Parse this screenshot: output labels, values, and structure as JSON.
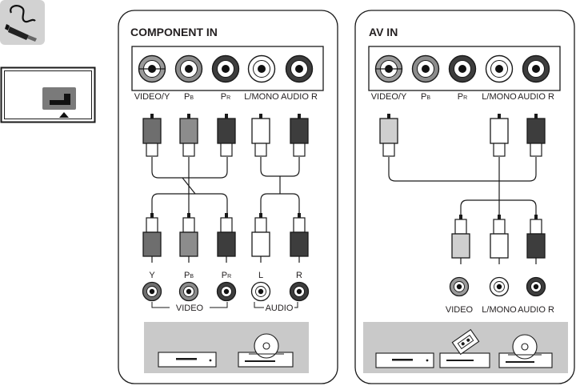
{
  "left_icons": {
    "cable_icon": "cable-plug-icon",
    "tv_icon": "tv-rear-jack-icon"
  },
  "component_panel": {
    "title": "COMPONENT IN",
    "tv_jacks": [
      {
        "label": "VIDEO/Y",
        "color": "#9a9a9a"
      },
      {
        "label": "PB",
        "color": "#8c8c8c"
      },
      {
        "label": "PR",
        "color": "#3d3d3d"
      },
      {
        "label": "L/MONO",
        "color": "#ffffff"
      },
      {
        "label": "AUDIO R",
        "color": "#3d3d3d"
      }
    ],
    "device_jacks": [
      {
        "label": "Y"
      },
      {
        "label": "PB"
      },
      {
        "label": "PR"
      },
      {
        "label": "L"
      },
      {
        "label": "R"
      }
    ],
    "group_labels": {
      "video": "VIDEO",
      "audio": "AUDIO"
    },
    "devices": [
      "dvd-player-icon",
      "disc-player-icon"
    ]
  },
  "av_panel": {
    "title": "AV IN",
    "tv_jacks": [
      {
        "label": "VIDEO/Y",
        "color": "#9a9a9a"
      },
      {
        "label": "PB",
        "color": "#8c8c8c"
      },
      {
        "label": "PR",
        "color": "#3d3d3d"
      },
      {
        "label": "L/MONO",
        "color": "#ffffff"
      },
      {
        "label": "AUDIO R",
        "color": "#3d3d3d"
      }
    ],
    "device_jacks": [
      {
        "label": "VIDEO"
      },
      {
        "label": "L/MONO"
      },
      {
        "label": "AUDIO R"
      }
    ],
    "devices": [
      "dvd-player-icon",
      "vcr-tape-icon",
      "disc-player-icon"
    ]
  }
}
